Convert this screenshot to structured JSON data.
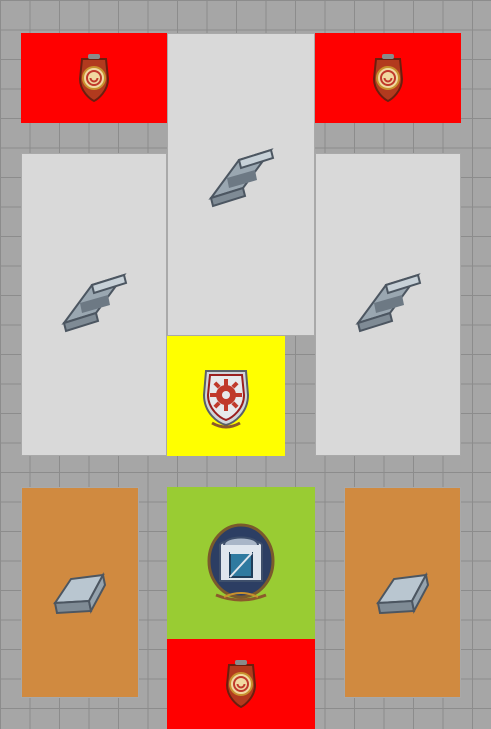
{
  "board": {
    "colors": {
      "red": "#ff0000",
      "grey": "#d9d9d9",
      "yellow": "#ffff00",
      "green": "#99cc33",
      "orange": "#d08a40",
      "grid_tile": "#a6a6a6"
    },
    "zones": [
      {
        "name": "fire-station-zone-top-left",
        "color": "red",
        "icon": "fire-hose-shield-icon"
      },
      {
        "name": "fire-station-zone-top-right",
        "color": "red",
        "icon": "fire-hose-shield-icon"
      },
      {
        "name": "steel-beam-zone-top-center",
        "color": "grey",
        "icon": "steel-beam-icon"
      },
      {
        "name": "steel-beam-zone-left",
        "color": "grey",
        "icon": "steel-beam-icon"
      },
      {
        "name": "steel-beam-zone-right",
        "color": "grey",
        "icon": "steel-beam-icon"
      },
      {
        "name": "factory-gear-zone",
        "color": "yellow",
        "icon": "gear-shield-icon"
      },
      {
        "name": "warehouse-zone",
        "color": "green",
        "icon": "warehouse-emblem-icon"
      },
      {
        "name": "metal-ingot-zone-left",
        "color": "orange",
        "icon": "metal-ingot-icon"
      },
      {
        "name": "metal-ingot-zone-right",
        "color": "orange",
        "icon": "metal-ingot-icon"
      },
      {
        "name": "fire-station-zone-bottom",
        "color": "red",
        "icon": "fire-hose-shield-icon"
      }
    ]
  }
}
